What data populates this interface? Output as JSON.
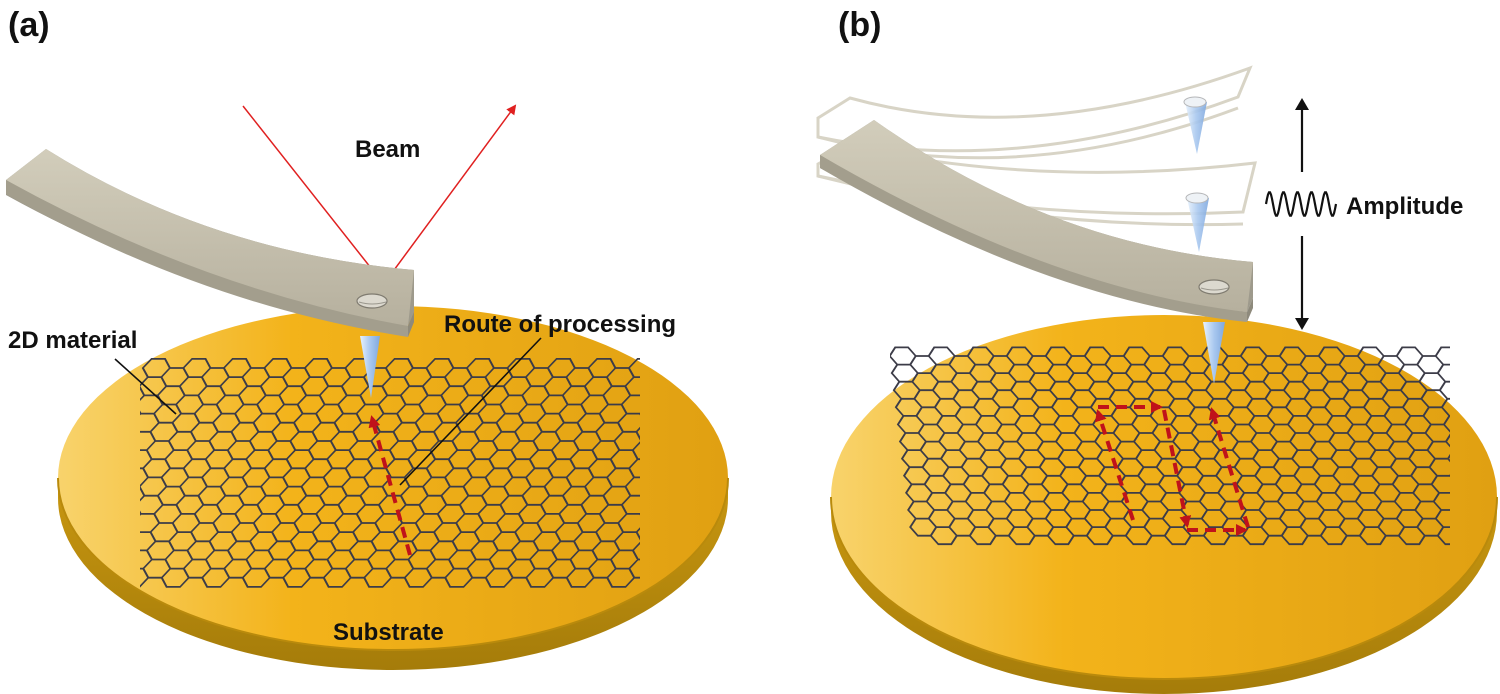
{
  "panels": {
    "a": {
      "label": "(a)",
      "beam_label": "Beam",
      "material_label": "2D material",
      "route_label": "Route of processing",
      "substrate_label": "Substrate"
    },
    "b": {
      "label": "(b)",
      "amplitude_label": "Amplitude"
    }
  },
  "colors": {
    "substrate_top": "#f3b31a",
    "substrate_light": "#f7cf62",
    "substrate_dark": "#c28f10",
    "substrate_edge": "#9a7209",
    "cantilever": "#c4bfad",
    "cantilever_edge": "#8e8a7c",
    "lattice": "#3c3c48",
    "beam": "#e02020",
    "route": "#c0121a",
    "tip": "#b8d4f4"
  }
}
